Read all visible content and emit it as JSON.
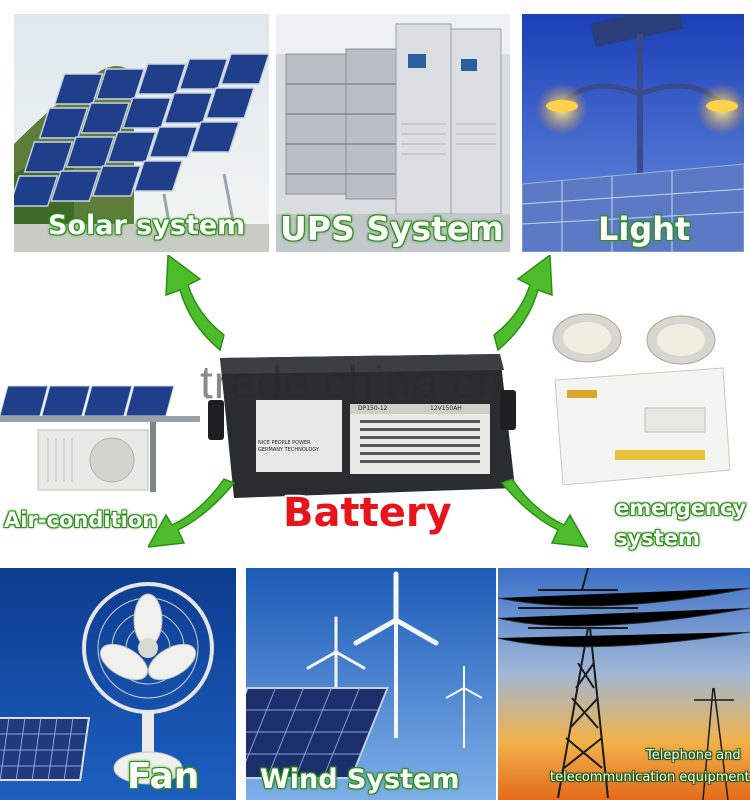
{
  "captions": {
    "solar": "Solar system",
    "ups": "UPS System",
    "light": "Light",
    "air": "Air-condition",
    "battery": "Battery",
    "emergency_line1": "emergency",
    "emergency_line2": "system",
    "fan": "Fan",
    "wind": "Wind System",
    "telecom_line1": "Telephone and",
    "telecom_line2": "telecommunication equipment"
  },
  "watermark": "trade.china.cn",
  "battery_panel": {
    "brand_line1": "NICE PEOPLE POWER",
    "brand_line2": "GERMANY TECHNOLOGY",
    "model": "DP150-12",
    "rating": "12V150AH"
  },
  "colors": {
    "accent_green": "#3aa81f",
    "battery_red": "#e8141b"
  }
}
